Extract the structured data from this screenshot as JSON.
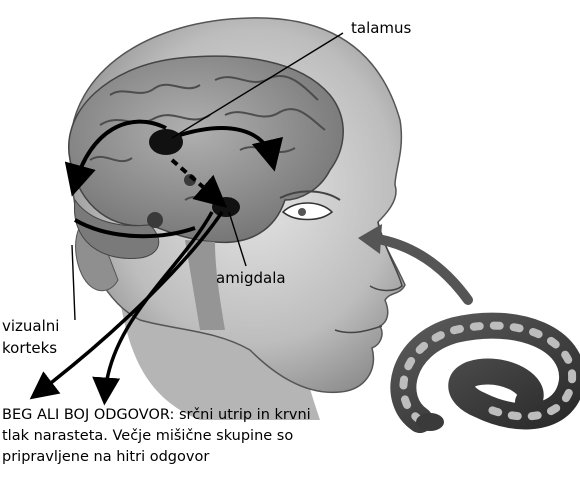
{
  "labels": {
    "thalamus": "talamus",
    "amygdala": "amigdala",
    "visual_cortex_line1": "vizualni",
    "visual_cortex_line2": "korteks"
  },
  "caption": {
    "line1": "BEG ALI BOJ ODGOVOR: srčni utrip in krvni",
    "line2": "tlak narasteta. Večje mišične skupine so",
    "line3": "pripravljene  na hitri odgovor"
  },
  "colors": {
    "ink": "#000000",
    "background": "#ffffff",
    "skin_light": "#d9d9d9",
    "skin_mid": "#a8a8a8",
    "brain": "#8c8c8c"
  }
}
